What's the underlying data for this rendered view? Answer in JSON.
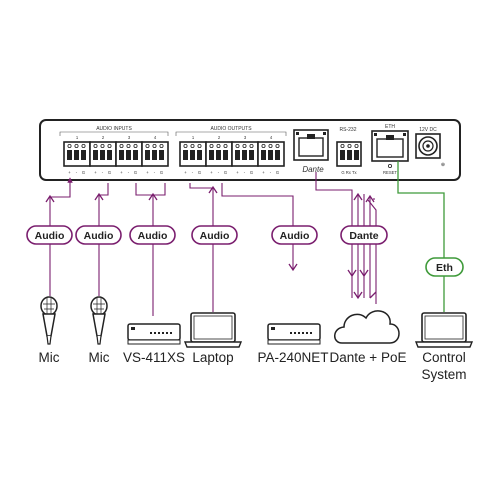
{
  "device": {
    "audio_inputs_label": "AUDIO INPUTS",
    "audio_outputs_label": "AUDIO OUTPUTS",
    "rs232_label": "RS-232",
    "eth_label": "ETH",
    "dc_label": "12V DC",
    "reset_label": "RESET",
    "dante_logo": "Dante",
    "rs232_pins": "G Rx Tx",
    "input_numbers": [
      "1",
      "2",
      "3",
      "4"
    ],
    "output_numbers": [
      "1",
      "2",
      "3",
      "4"
    ],
    "pin_labels": [
      "+",
      "-",
      "G"
    ]
  },
  "pills": {
    "audio": "Audio",
    "dante": "Dante",
    "eth": "Eth"
  },
  "captions": {
    "mic1": "Mic",
    "mic2": "Mic",
    "vs411": "VS-411XS",
    "laptop": "Laptop",
    "pa240": "PA-240NET",
    "dante_poe": "Dante + PoE",
    "control_line1": "Control",
    "control_line2": "System"
  },
  "colors": {
    "audio_line": "#7a1e6e",
    "eth_line": "#3f9a3a",
    "device_outline": "#222222"
  }
}
